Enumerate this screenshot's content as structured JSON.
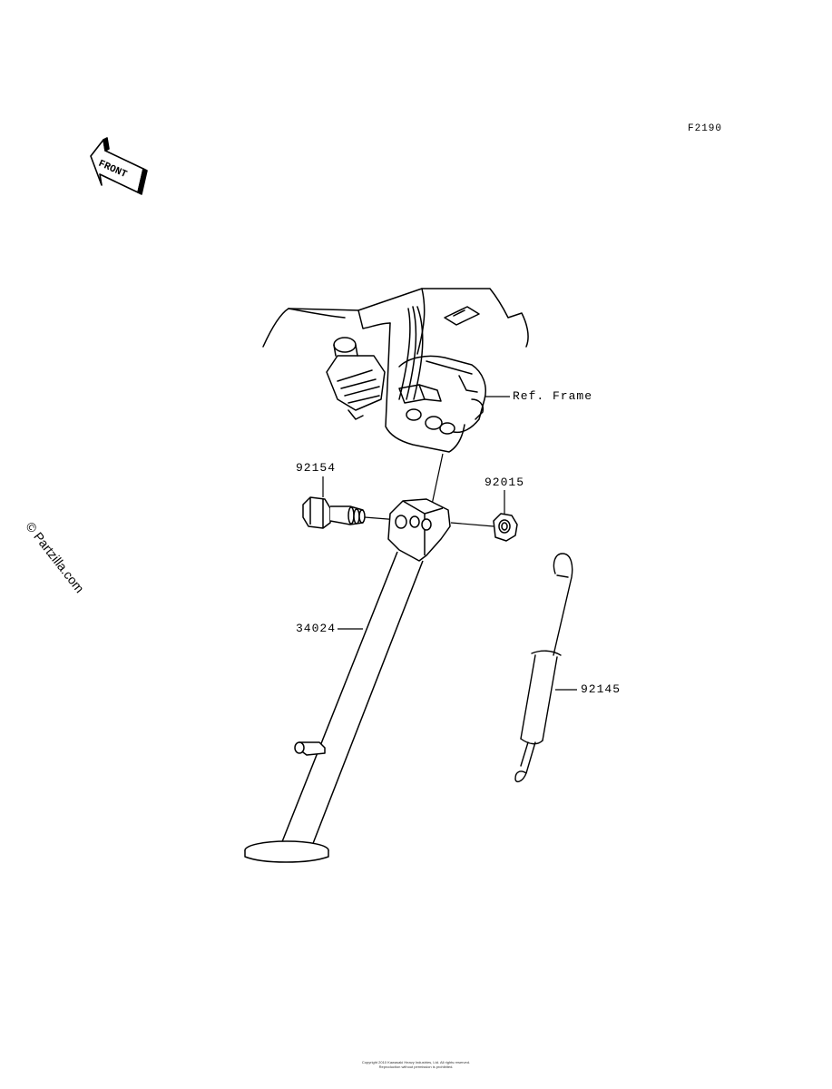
{
  "diagram": {
    "code": "F2190",
    "front_marker": "FRONT",
    "watermark": "© Partzilla.com",
    "footer_line1": "Copyright 2010 Kawasaki Heavy Industries, Ltd. All rights reserved.",
    "footer_line2": "Reproduction without permission is prohibited."
  },
  "callouts": {
    "ref_frame": "Ref. Frame",
    "bolt": "92154",
    "nut": "92015",
    "stand": "34024",
    "spring": "92145"
  },
  "icons": {
    "front_arrow": "front-arrow-icon"
  }
}
